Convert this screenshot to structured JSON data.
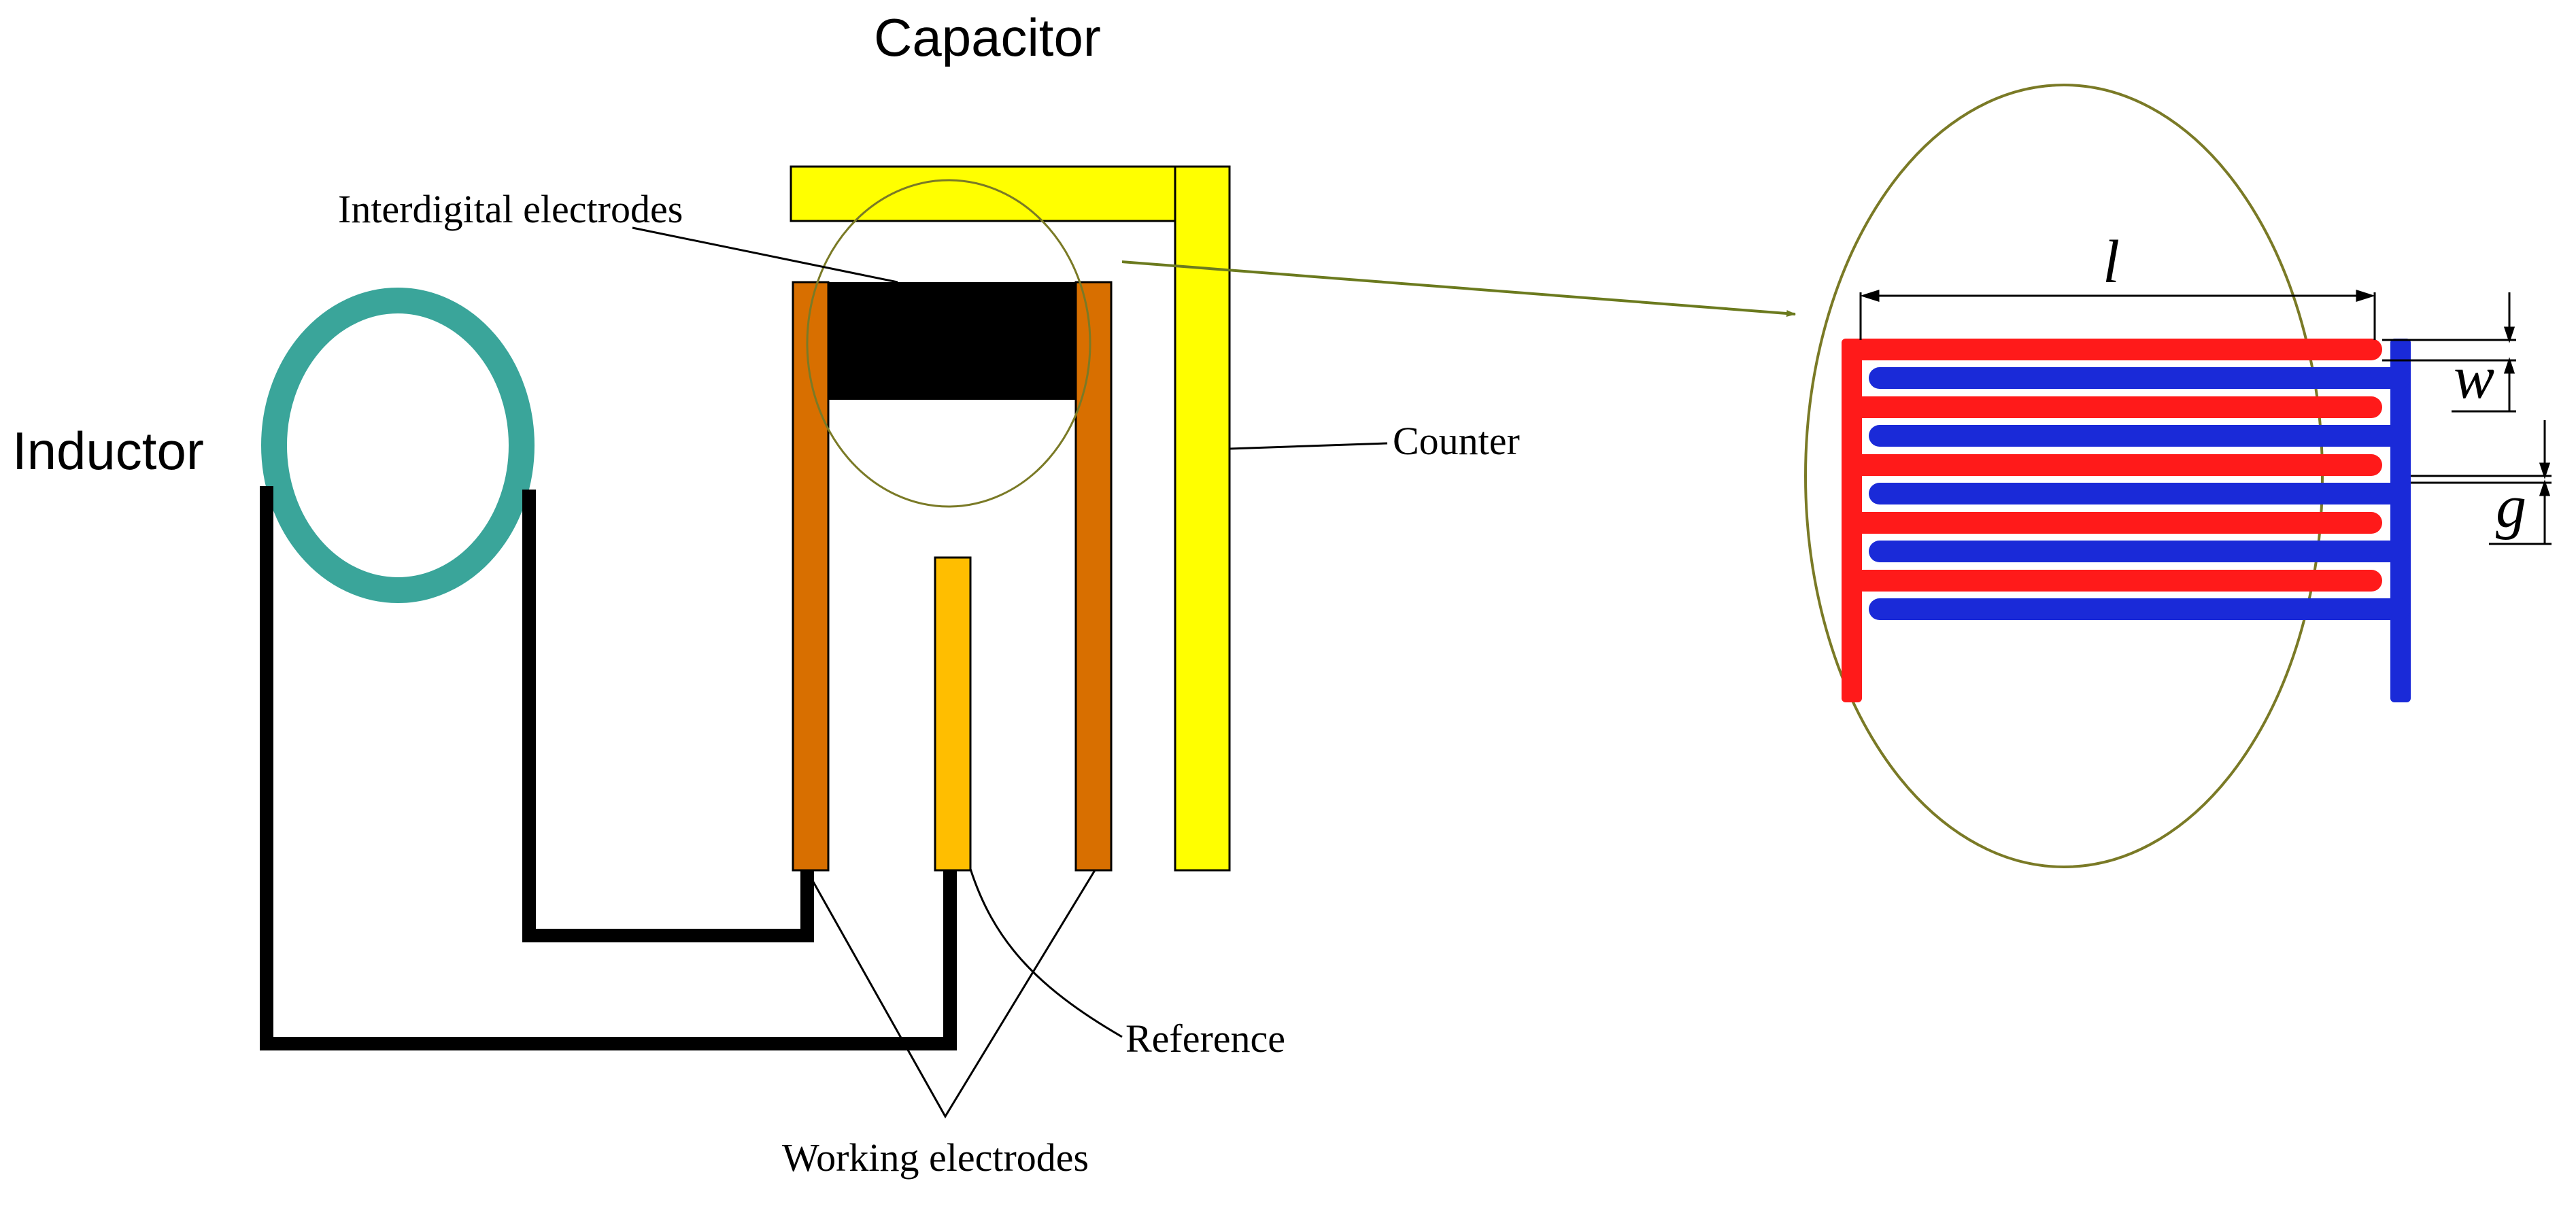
{
  "labels": {
    "capacitor": "Capacitor",
    "inductor": "Inductor",
    "interdigital": "Interdigital electrodes",
    "counter": "Counter",
    "reference": "Reference",
    "working": "Working electrodes",
    "dim_l": "l",
    "dim_w": "w",
    "dim_g": "g"
  },
  "colors": {
    "coil": "#3aa59a",
    "lead_wire": "#000000",
    "counter_electrode": "#ffff00",
    "working_electrode": "#d86f00",
    "reference_electrode": "#ffbe00",
    "finger_red": "#ff1a1a",
    "finger_blue": "#1a2ad8",
    "callout_circle": "#7a7a26"
  }
}
